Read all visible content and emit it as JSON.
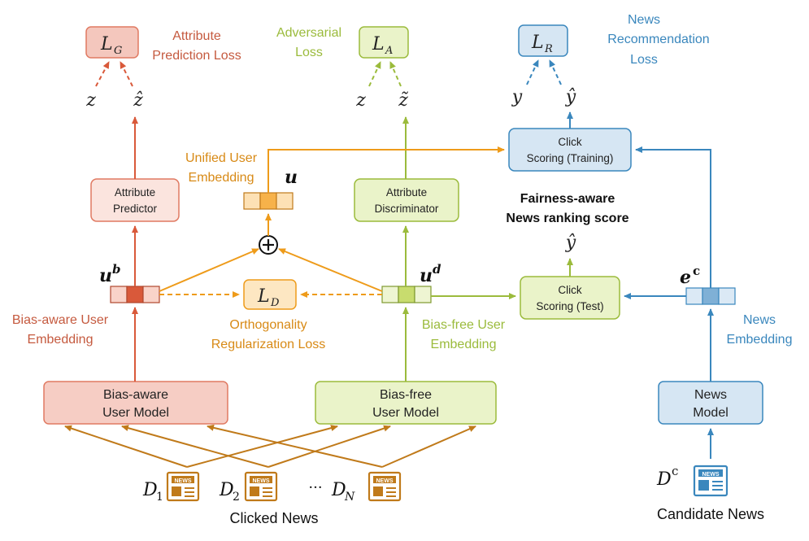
{
  "losses": {
    "lg": {
      "main": "L",
      "sub": "G"
    },
    "la": {
      "main": "L",
      "sub": "A"
    },
    "lr": {
      "main": "L",
      "sub": "R"
    },
    "ld": {
      "main": "L",
      "sub": "D"
    }
  },
  "captions": {
    "attr_pred_loss": [
      "Attribute",
      "Prediction Loss"
    ],
    "adv_loss": [
      "Adversarial",
      "Loss"
    ],
    "news_rec_loss": [
      "News",
      "Recommendation",
      "Loss"
    ],
    "unified": [
      "Unified User",
      "Embedding"
    ],
    "fairness": [
      "Fairness-aware",
      "News ranking score"
    ],
    "bias_aware_emb": [
      "Bias-aware User",
      "Embedding"
    ],
    "ortho": [
      "Orthogonality",
      "Regularization Loss"
    ],
    "bias_free_emb": [
      "Bias-free User",
      "Embedding"
    ],
    "news_emb": [
      "News",
      "Embedding"
    ],
    "clicked": "Clicked News",
    "candidate": "Candidate News"
  },
  "boxes": {
    "attr_predictor": [
      "Attribute",
      "Predictor"
    ],
    "attr_discriminator": [
      "Attribute",
      "Discriminator"
    ],
    "click_train": [
      "Click",
      "Scoring (Training)"
    ],
    "click_test": [
      "Click",
      "Scoring (Test)"
    ],
    "bias_aware_model": [
      "Bias-aware",
      "User Model"
    ],
    "bias_free_model": [
      "Bias-free",
      "User Model"
    ],
    "news_model": [
      "News",
      "Model"
    ]
  },
  "symbols": {
    "z": "z",
    "zhat": "ẑ",
    "ztilde": "z̃",
    "y": "y",
    "yhat": "ŷ",
    "u": "u",
    "ub": "u",
    "ub_sup": "b",
    "ud": "u",
    "ud_sup": "d",
    "ec": "e",
    "ec_sup": "c",
    "plus": "+",
    "d": "D",
    "d1_sub": "1",
    "d2_sub": "2",
    "dn_sub": "N",
    "dc_sup": "c",
    "ellipsis": "···",
    "news_icon": "NEWS"
  },
  "colors": {
    "red": "#c55a3f",
    "red_fill": "#f4c7bd",
    "red_light": "#fbe4de",
    "green": "#9bbb3c",
    "green_fill": "#eaf3c9",
    "blue": "#3a87bd",
    "blue_fill": "#d6e6f3",
    "orange": "#ee9b1a",
    "brown": "#c07a1a"
  }
}
